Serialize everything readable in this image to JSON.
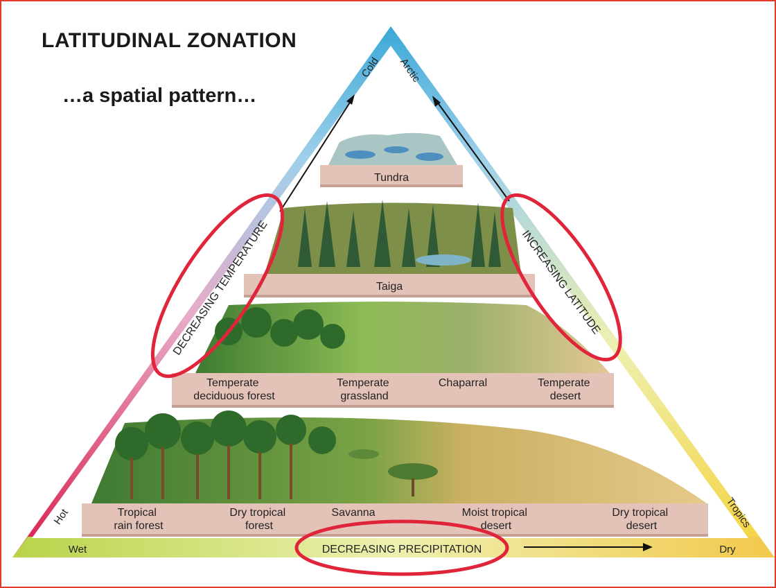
{
  "title": "LATITUDINAL ZONATION",
  "subtitle": "…a spatial pattern…",
  "axes": {
    "left_side": "DECREASING TEMPERATURE",
    "right_side": "INCREASING LATITUDE",
    "bottom": "DECREASING PRECIPITATION",
    "corner_hot": "Hot",
    "corner_cold": "Cold",
    "corner_arctic": "Arctic",
    "corner_tropics": "Tropics",
    "corner_wet": "Wet",
    "corner_dry": "Dry"
  },
  "tiers": {
    "tundra": [
      "Tundra"
    ],
    "taiga": [
      "Taiga"
    ],
    "temperate": [
      [
        "Temperate",
        "deciduous forest"
      ],
      [
        "Temperate",
        "grassland"
      ],
      [
        "Chaparral"
      ],
      [
        "Temperate",
        "desert"
      ]
    ],
    "tropical": [
      [
        "Tropical",
        "rain forest"
      ],
      [
        "Dry tropical",
        "forest"
      ],
      [
        "Savanna"
      ],
      [
        "Moist tropical",
        "desert"
      ],
      [
        "Dry tropical",
        "desert"
      ]
    ]
  },
  "colors": {
    "highlight": "#e0253a",
    "frame": "#e23a2a",
    "hot": "#d81e4a",
    "cold": "#3aa8d8",
    "dry": "#f2c94c",
    "wet": "#b8d44a",
    "label_band": "#e3c2b8"
  }
}
